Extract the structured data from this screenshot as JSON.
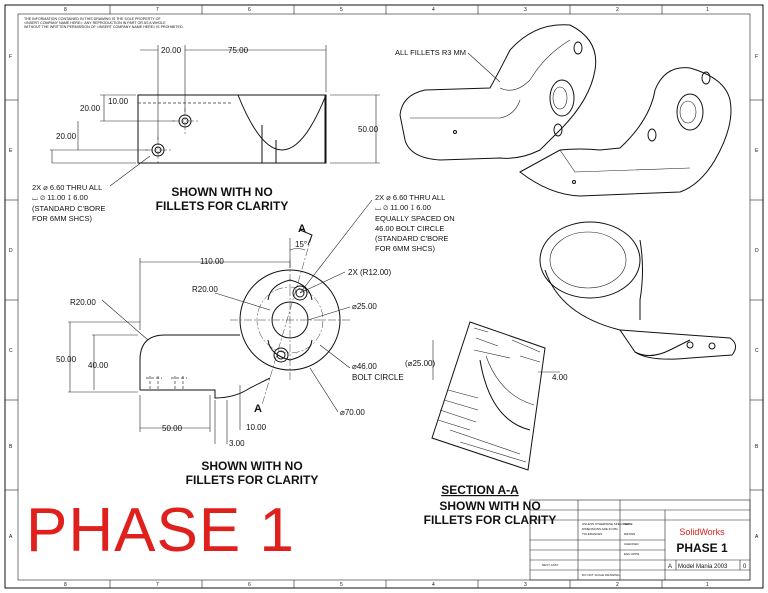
{
  "proprietary_note_line1": "THE INFORMATION CONTAINED IN THIS DRAWING IS THE SOLE PROPERTY OF",
  "proprietary_note_line2": "<INSERT COMPANY NAME HERE>. ANY REPRODUCTION IN PART OR AS A WHOLE",
  "proprietary_note_line3": "WITHOUT THE WRITTEN PERMISSION OF <INSERT COMPANY NAME HERE> IS PROHIBITED.",
  "top_view": {
    "dim_20_top": "20.00",
    "dim_75": "75.00",
    "dim_10": "10.00",
    "dim_20_mid": "20.00",
    "dim_20_bot": "20.00",
    "dim_50": "50.00",
    "hole_note": [
      "2X ⌀ 6.60 THRU ALL",
      "⌴ ⌀ 11.00 ↧ 6.00",
      "(STANDARD C'BORE",
      "FOR 6MM SHCS)"
    ],
    "fillet_note": [
      "SHOWN WITH NO",
      "FILLETS FOR CLARITY"
    ]
  },
  "front_view": {
    "dim_110": "110.00",
    "dim_r20_left": "R20.00",
    "dim_r20_mid": "R20.00",
    "dim_50": "50.00",
    "dim_40": "40.00",
    "dim_50_bottom": "50.00",
    "dim_10": "10.00",
    "dim_3": "3.00",
    "dim_15deg": "15°",
    "dim_r12": "2X (R12.00)",
    "dim_d25": "⌀25.00",
    "dim_d46": [
      "⌀46.00",
      "BOLT CIRCLE"
    ],
    "dim_d70": "⌀70.00",
    "section_label_top": "A",
    "section_label_bottom": "A",
    "hole_note": [
      "2X ⌀ 6.60 THRU ALL",
      "⌴ ⌀ 11.00 ↧ 6.00",
      "EQUALLY SPACED ON",
      "46.00 BOLT CIRCLE",
      "(STANDARD C'BORE",
      "FOR 6MM SHCS)"
    ],
    "fillet_note": [
      "SHOWN WITH NO",
      "FILLETS FOR CLARITY"
    ]
  },
  "iso_view": {
    "fillet_note": "ALL FILLETS R3 MM"
  },
  "section_view": {
    "dim_d25": "(⌀25.00)",
    "dim_4": "4.00",
    "title": "SECTION A-A",
    "fillet_note": [
      "SHOWN WITH NO",
      "FILLETS FOR CLARITY"
    ]
  },
  "title_block": {
    "company": "SolidWorks",
    "title": "PHASE 1",
    "size": "A",
    "dwg_no": "Model Mania 2003",
    "rev": "0"
  },
  "border": {
    "cols_top": [
      "8",
      "7",
      "6",
      "5",
      "4",
      "3",
      "2",
      "1"
    ],
    "rows": [
      "F",
      "E",
      "D",
      "C",
      "B",
      "A"
    ]
  },
  "phase_banner": "PHASE 1",
  "colors": {
    "phase_banner": "#e0201c",
    "ink": "#111111",
    "paper": "#ffffff"
  }
}
